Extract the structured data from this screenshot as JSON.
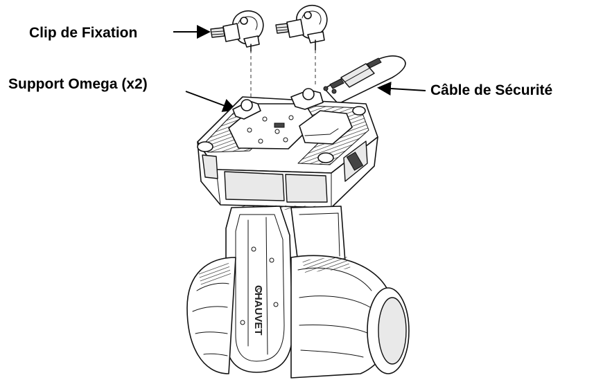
{
  "callouts": {
    "clip": "Clip de Fixation",
    "omega": "Support Omega (x2)",
    "cable": "Câble de Sécurité"
  },
  "product_logo": "CHAUVET"
}
